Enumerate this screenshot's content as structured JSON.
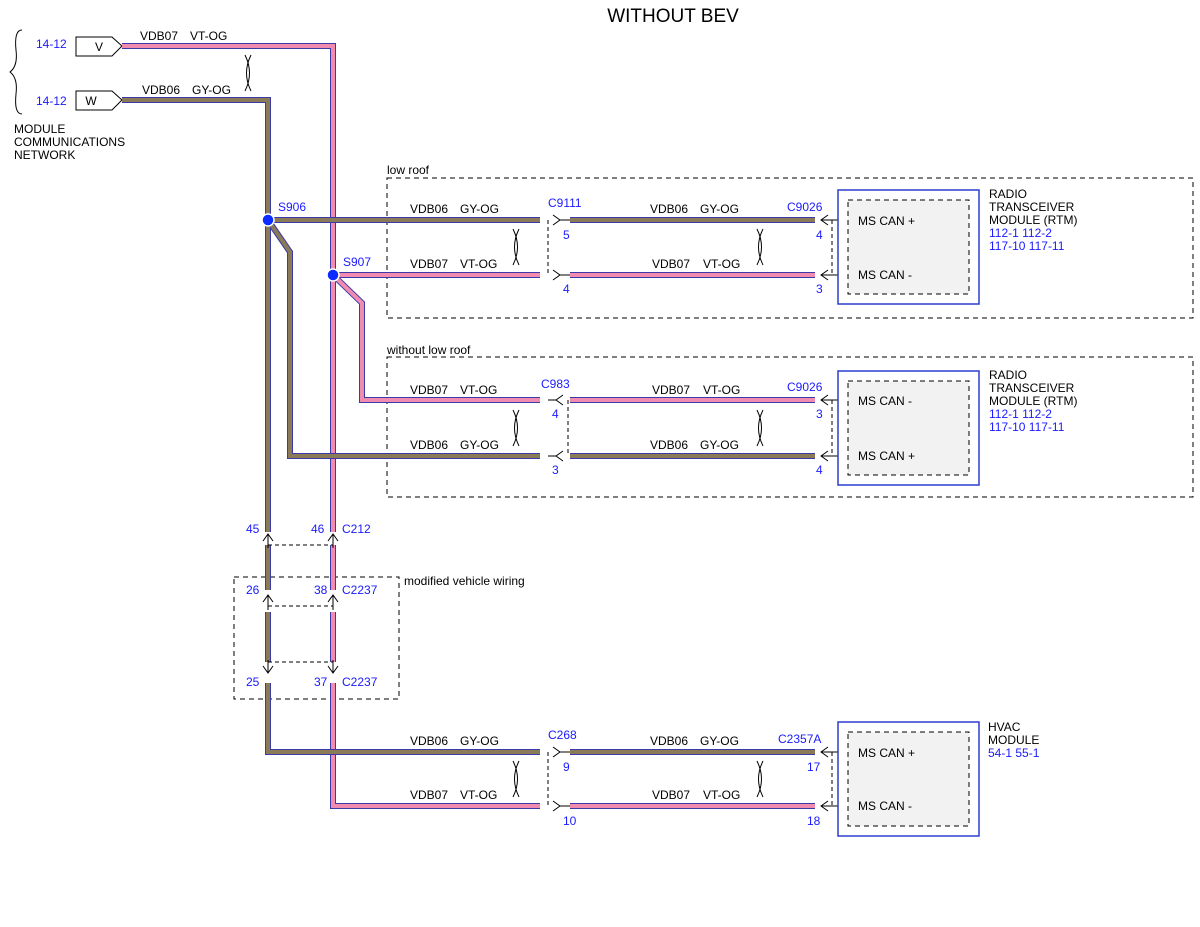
{
  "title": "WITHOUT BEV",
  "network": {
    "label": [
      "MODULE",
      "COMMUNICATIONS",
      "NETWORK"
    ],
    "ref_v": "14-12",
    "ref_w": "14-12",
    "conn_v": "V",
    "conn_w": "W",
    "wire_v": {
      "circuit": "VDB07",
      "color": "VT-OG"
    },
    "wire_w": {
      "circuit": "VDB06",
      "color": "GY-OG"
    }
  },
  "splices": {
    "s906": "S906",
    "s907": "S907"
  },
  "low_roof": {
    "label": "low roof",
    "conn_mid": "C9111",
    "conn_end": "C9026",
    "pin_mid_top": "5",
    "pin_mid_bot": "4",
    "pin_end_top": "4",
    "pin_end_bot": "3",
    "wire_top": {
      "circuit": "VDB06",
      "color": "GY-OG"
    },
    "wire_bot": {
      "circuit": "VDB07",
      "color": "VT-OG"
    },
    "module": {
      "lines": [
        "RADIO",
        "TRANSCEIVER",
        "MODULE (RTM)"
      ],
      "refs": [
        "112-1  112-2",
        "117-10  117-11"
      ],
      "pin_top": "MS CAN +",
      "pin_bot": "MS CAN -"
    }
  },
  "no_low_roof": {
    "label": "without low roof",
    "conn_mid": "C983",
    "conn_end": "C9026",
    "pin_mid_top": "4",
    "pin_mid_bot": "3",
    "pin_end_top": "3",
    "pin_end_bot": "4",
    "wire_top": {
      "circuit": "VDB07",
      "color": "VT-OG"
    },
    "wire_bot": {
      "circuit": "VDB06",
      "color": "GY-OG"
    },
    "module": {
      "lines": [
        "RADIO",
        "TRANSCEIVER",
        "MODULE (RTM)"
      ],
      "refs": [
        "112-1  112-2",
        "117-10  117-11"
      ],
      "pin_top": "MS CAN -",
      "pin_bot": "MS CAN +"
    }
  },
  "c212": {
    "name": "C212",
    "pin_left": "45",
    "pin_right": "46"
  },
  "modified": {
    "label": "modified vehicle wiring",
    "conn_top": "C2237",
    "pin_top_left": "26",
    "pin_top_right": "38",
    "conn_bot": "C2237",
    "pin_bot_left": "25",
    "pin_bot_right": "37"
  },
  "hvac": {
    "conn_mid": "C268",
    "conn_end": "C2357A",
    "pin_mid_top": "9",
    "pin_mid_bot": "10",
    "pin_end_top": "17",
    "pin_end_bot": "18",
    "wire_top": {
      "circuit": "VDB06",
      "color": "GY-OG"
    },
    "wire_bot": {
      "circuit": "VDB07",
      "color": "VT-OG"
    },
    "module": {
      "lines": [
        "HVAC",
        "MODULE"
      ],
      "refs": [
        "54-1  55-1"
      ],
      "pin_top": "MS CAN +",
      "pin_bot": "MS CAN -"
    }
  },
  "colors": {
    "vt_og": "#f18cb0",
    "gy_og": "#8a7a58",
    "wire_outline": "#3a3aa8",
    "blue": "#1a1aff",
    "module_border": "#2b3fd0",
    "splice": "#0a2cff"
  }
}
